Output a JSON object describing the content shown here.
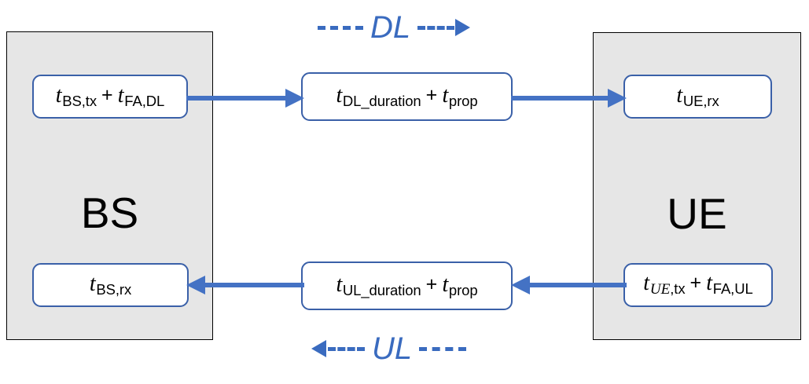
{
  "diagram": {
    "title": "BS-UE downlink/uplink timing diagram",
    "accent_color": "#4472C4",
    "panel_fill": "#E6E6E6",
    "panel_border": "#000000",
    "box_border": "#3A60A8",
    "box_fill": "#FFFFFF"
  },
  "panels": [
    {
      "id": "bs",
      "label": "BS"
    },
    {
      "id": "ue",
      "label": "UE"
    }
  ],
  "legend": [
    {
      "id": "dl",
      "label": "DL",
      "direction": "right",
      "arrow_icon": "triangle-right-icon",
      "line_style": "dashed"
    },
    {
      "id": "ul",
      "label": "UL",
      "direction": "left",
      "arrow_icon": "triangle-left-icon",
      "line_style": "dashed"
    }
  ],
  "boxes": {
    "bs_tx": {
      "terms": [
        {
          "symbol": "t",
          "subscript": "BS,tx"
        },
        {
          "symbol": "t",
          "subscript": "FA,DL"
        }
      ],
      "operator": "+",
      "plain": "t BS,tx + t FA,DL"
    },
    "dl_duration": {
      "terms": [
        {
          "symbol": "t",
          "subscript": "DL_duration"
        },
        {
          "symbol": "t",
          "subscript": "prop"
        }
      ],
      "operator": "+",
      "plain": "t DL_duration + t prop"
    },
    "ue_rx": {
      "terms": [
        {
          "symbol": "t",
          "subscript": "UE,rx"
        }
      ],
      "operator": "",
      "plain": "t UE,rx"
    },
    "bs_rx": {
      "terms": [
        {
          "symbol": "t",
          "subscript": "BS,rx"
        }
      ],
      "operator": "",
      "plain": "t BS,rx"
    },
    "ul_duration": {
      "terms": [
        {
          "symbol": "t",
          "subscript": "UL_duration"
        },
        {
          "symbol": "t",
          "subscript": "prop"
        }
      ],
      "operator": "+",
      "plain": "t UL_duration + t prop"
    },
    "ue_tx": {
      "terms": [
        {
          "symbol": "t",
          "subscript_italic": "UE",
          "subscript_rest": ",tx"
        },
        {
          "symbol": "t",
          "subscript": "FA,UL"
        }
      ],
      "operator": "+",
      "plain": "t UE,tx + t FA,UL"
    }
  },
  "symbols": {
    "t": "t",
    "plus": "+"
  },
  "subscripts": {
    "bs_tx": "BS,tx",
    "fa_dl": "FA,DL",
    "dl_duration": "DL_duration",
    "prop": "prop",
    "ue_rx": "UE,rx",
    "bs_rx": "BS,rx",
    "ul_duration": "UL_duration",
    "ue": "UE",
    "tx_comma": ",tx",
    "fa_ul": "FA,UL"
  },
  "arrows": [
    {
      "id": "dl-1",
      "from": "bs_tx",
      "to": "dl_duration",
      "direction": "right"
    },
    {
      "id": "dl-2",
      "from": "dl_duration",
      "to": "ue_rx",
      "direction": "right"
    },
    {
      "id": "ul-1",
      "from": "ul_duration",
      "to": "bs_rx",
      "direction": "left"
    },
    {
      "id": "ul-2",
      "from": "ue_tx",
      "to": "ul_duration",
      "direction": "left"
    }
  ]
}
